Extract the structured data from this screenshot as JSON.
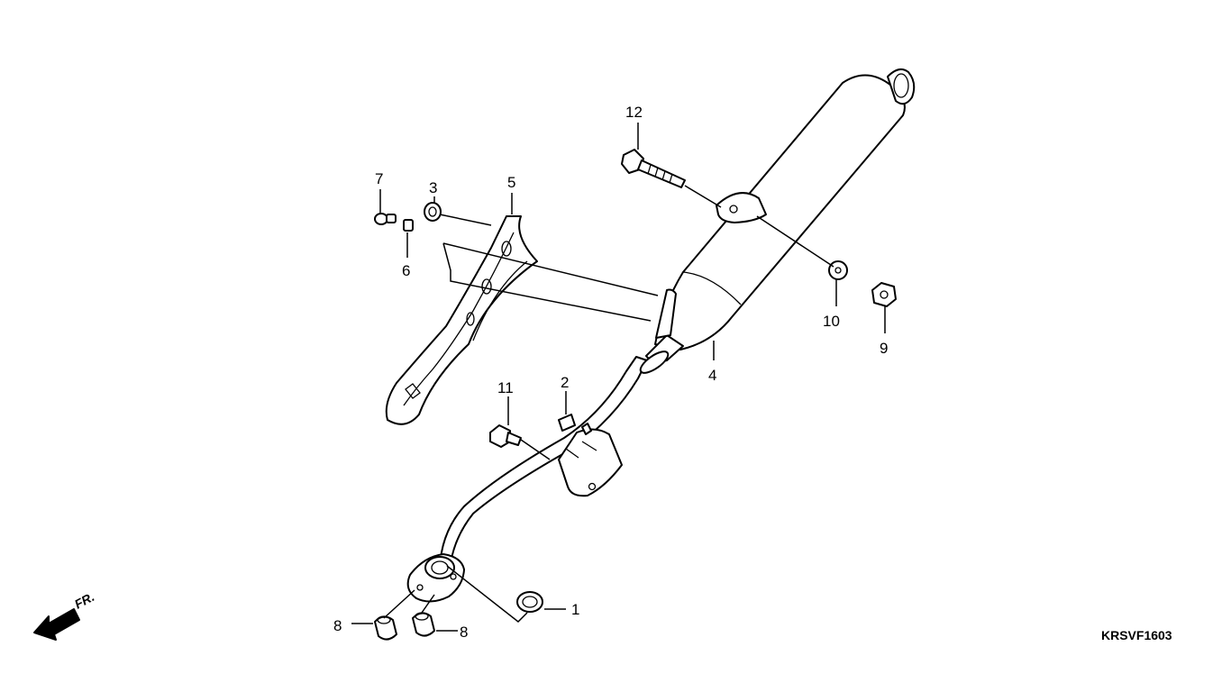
{
  "callouts": [
    {
      "id": "c1",
      "label": "1"
    },
    {
      "id": "c2",
      "label": "2"
    },
    {
      "id": "c3",
      "label": "3"
    },
    {
      "id": "c4",
      "label": "4"
    },
    {
      "id": "c5",
      "label": "5"
    },
    {
      "id": "c6",
      "label": "6"
    },
    {
      "id": "c7",
      "label": "7"
    },
    {
      "id": "c8a",
      "label": "8"
    },
    {
      "id": "c8b",
      "label": "8"
    },
    {
      "id": "c9",
      "label": "9"
    },
    {
      "id": "c10",
      "label": "10"
    },
    {
      "id": "c11",
      "label": "11"
    },
    {
      "id": "c12",
      "label": "12"
    }
  ],
  "direction_label": "FR.",
  "diagram_code": "KRSVF1603"
}
